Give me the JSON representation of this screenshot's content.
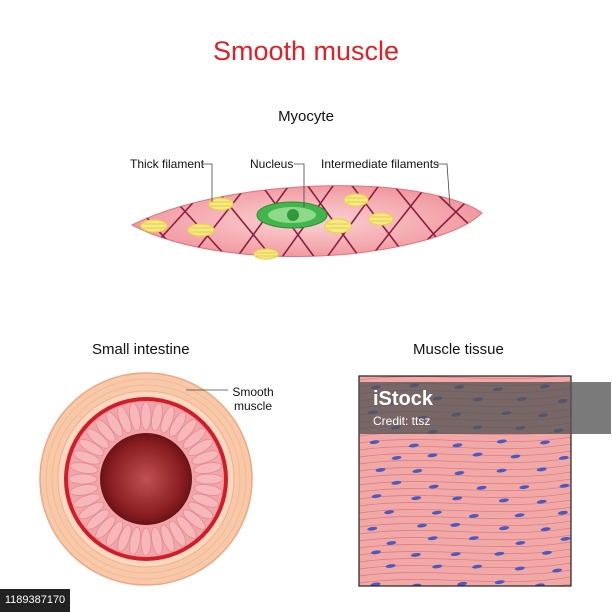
{
  "title": "Smooth muscle",
  "myocyte": {
    "heading": "Myocyte",
    "labels": {
      "thick_filament": "Thick filament",
      "nucleus": "Nucleus",
      "intermediate_filaments": "Intermediate filaments"
    }
  },
  "small_intestine": {
    "heading": "Small intestine",
    "label": "Smooth muscle"
  },
  "muscle_tissue": {
    "heading": "Muscle tissue"
  },
  "watermark": {
    "logo": "iStock",
    "credit": "Credit: ttsz"
  },
  "stock_id": "1189387170",
  "colors": {
    "title": "#e31e24",
    "cell": "#f4a4aa",
    "nucleus": "#3cb44a",
    "filament": "#f2e46a",
    "mesh": "#8a2040",
    "tissue_nuclei": "#4a5ac0"
  }
}
